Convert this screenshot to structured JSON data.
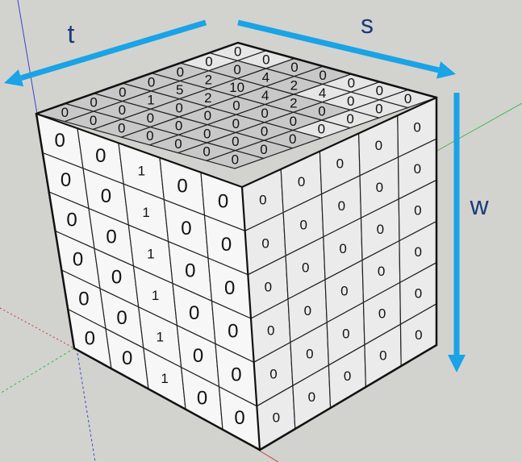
{
  "axis_labels": {
    "t": "t",
    "s": "s",
    "w": "w"
  },
  "colors": {
    "background": "#d2d3cf",
    "top_face": "#c8c8c8",
    "top_face_light": "#e6e6e6",
    "left_face": "#f7f7f7",
    "right_face": "#ebebeb",
    "arrow": "#1aa3e6",
    "axis_label": "#1d3a78"
  },
  "top_face": [
    [
      "0",
      "0",
      "0",
      "0",
      "0",
      "0",
      "0"
    ],
    [
      "0",
      "0",
      "4",
      "2",
      "4",
      "0",
      "0"
    ],
    [
      "0",
      "2",
      "10",
      "4",
      "2",
      "0",
      "0"
    ],
    [
      "0",
      "5",
      "2",
      "0",
      "0",
      "0",
      "0"
    ],
    [
      "0",
      "1",
      "0",
      "0",
      "0",
      "0",
      "0"
    ],
    [
      "0",
      "0",
      "0",
      "0",
      "0",
      "0",
      "0"
    ],
    [
      "0",
      "0",
      "0",
      "0",
      "0",
      "0",
      "0"
    ]
  ],
  "left_face": [
    [
      "0",
      "0",
      "1",
      "0",
      "0"
    ],
    [
      "0",
      "0",
      "1",
      "0",
      "0"
    ],
    [
      "0",
      "0",
      "1",
      "0",
      "0"
    ],
    [
      "0",
      "0",
      "1",
      "0",
      "0"
    ],
    [
      "0",
      "0",
      "1",
      "0",
      "0"
    ],
    [
      "0",
      "0",
      "1",
      "0",
      "0"
    ]
  ],
  "right_face": [
    [
      "0",
      "0",
      "0",
      "0",
      "0"
    ],
    [
      "0",
      "0",
      "0",
      "0",
      "0"
    ],
    [
      "0",
      "0",
      "0",
      "0",
      "0"
    ],
    [
      "0",
      "0",
      "0",
      "0",
      "0"
    ],
    [
      "0",
      "0",
      "0",
      "0",
      "0"
    ],
    [
      "0",
      "0",
      "0",
      "0",
      "0"
    ]
  ]
}
